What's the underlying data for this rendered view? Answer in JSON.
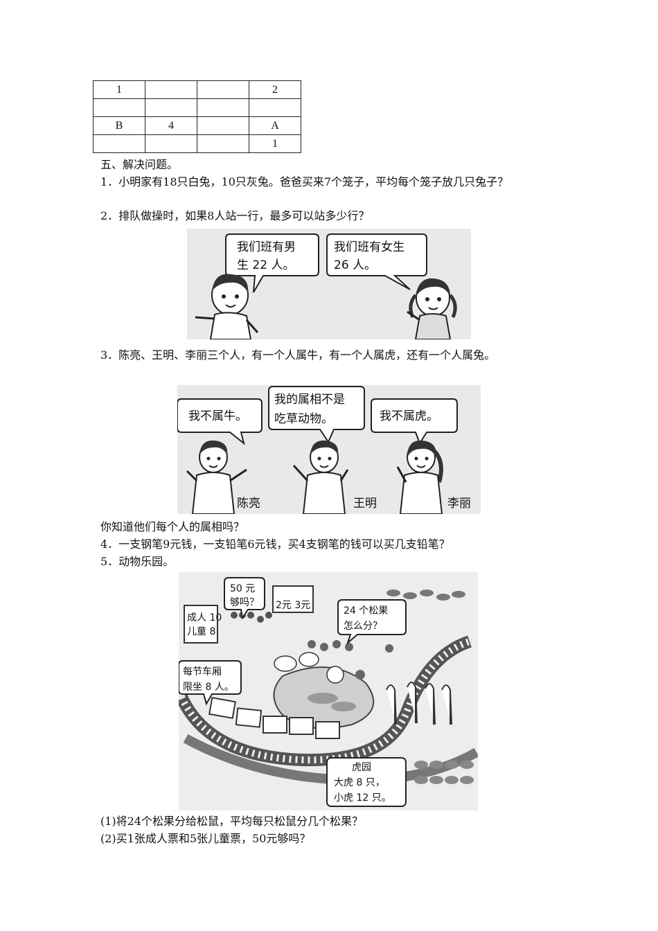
{
  "grid": {
    "rows": [
      [
        "1",
        "",
        "",
        "2"
      ],
      [
        "",
        "",
        "",
        ""
      ],
      [
        "B",
        "4",
        "",
        "A"
      ],
      [
        "",
        "",
        "",
        "1"
      ]
    ]
  },
  "section": {
    "title": "五、解决问题。"
  },
  "q1": {
    "text": "1．小明家有18只白兔，10只灰兔。爸爸买来7个笼子，平均每个笼子放几只兔子？"
  },
  "q2": {
    "text": "2．排队做操时，如果8人站一行，最多可以站多少行？",
    "boy_bubble_line1": "我们班有男",
    "boy_bubble_line2": "生 22 人。",
    "girl_bubble_line1": "我们班有女生",
    "girl_bubble_line2": "26 人。"
  },
  "q3": {
    "text": "3．陈亮、王明、李丽三个人，有一个人属牛，有一个人属虎，还有一个人属兔。",
    "bubble1": "我不属牛。",
    "bubble2_line1": "我的属相不是",
    "bubble2_line2": "吃草动物。",
    "bubble3": "我不属虎。",
    "name1": "陈亮",
    "name2": "王明",
    "name3": "李丽",
    "question": "你知道他们每个人的属相吗？"
  },
  "q4": {
    "text": "4．一支钢笔9元钱，一支铅笔6元钱，买4支钢笔的钱可以买几支铅笔？"
  },
  "q5": {
    "text": "5．动物乐园。",
    "bubble_money_line1": "50 元",
    "bubble_money_line2": "够吗？",
    "price_sign": "2元 3元",
    "ticket_line1": "成人 10",
    "ticket_line2": "儿童 8",
    "bubble_pine_line1": "24 个松果",
    "bubble_pine_line2": "怎么分？",
    "bubble_train_line1": "每节车厢",
    "bubble_train_line2": "限坐 8 人。",
    "tiger_line1": "虎园",
    "tiger_line2": "大虎 8 只，",
    "tiger_line3": "小虎 12 只。",
    "sub1": "(1)将24个松果分给松鼠，平均每只松鼠分几个松果？",
    "sub2": "(2)买1张成人票和5张儿童票，50元够吗？"
  }
}
